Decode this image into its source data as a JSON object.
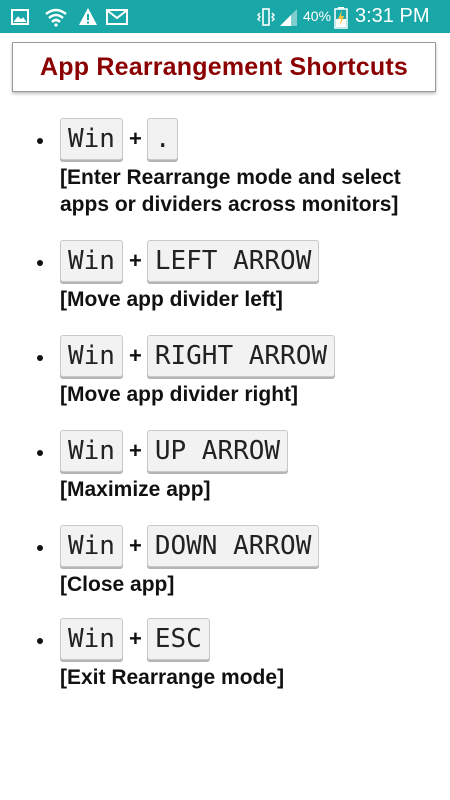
{
  "status_bar": {
    "icons": [
      "image-icon",
      "wifi-icon",
      "warning-icon",
      "mail-icon",
      "vibrate-icon",
      "signal-icon",
      "battery-charging-icon"
    ],
    "battery_percent": "40%",
    "time": "3:31 PM",
    "bar_color": "#1aa7a7"
  },
  "title": "App Rearrangement Shortcuts",
  "title_color": "#8b0000",
  "plus_label": "+",
  "shortcuts": [
    {
      "key1": "Win",
      "key2": ".",
      "description": "[Enter Rearrange mode and select apps or dividers across monitors]"
    },
    {
      "key1": "Win",
      "key2": "LEFT ARROW",
      "description": "[Move app divider left]"
    },
    {
      "key1": "Win",
      "key2": "RIGHT ARROW",
      "description": "[Move app divider right]"
    },
    {
      "key1": "Win",
      "key2": "UP ARROW",
      "description": "[Maximize app]"
    },
    {
      "key1": "Win",
      "key2": "DOWN ARROW",
      "description": "[Close app]"
    },
    {
      "key1": "Win",
      "key2": "ESC",
      "description": "[Exit Rearrange mode]"
    }
  ]
}
